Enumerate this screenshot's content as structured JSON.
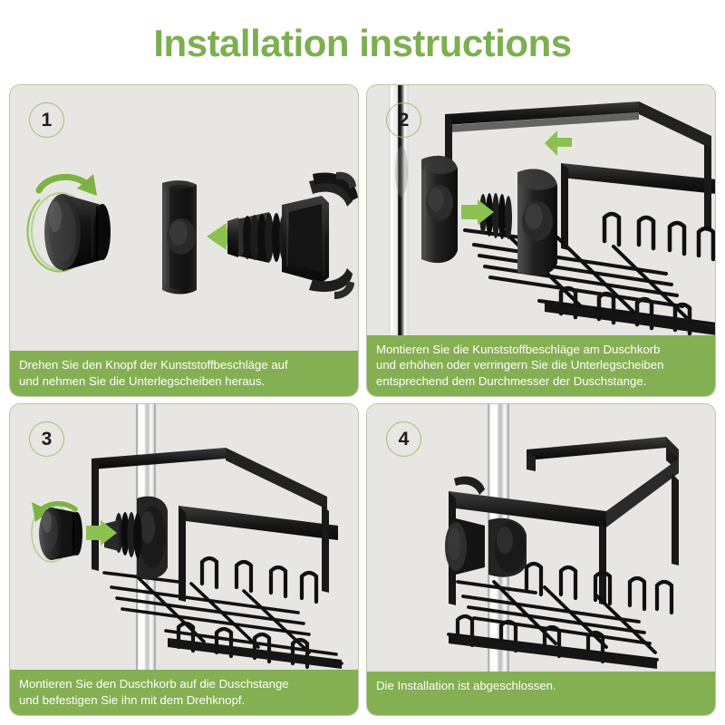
{
  "header": {
    "title": "Installation instructions"
  },
  "colors": {
    "title_green": "#7CAF50",
    "caption_green": "#84AF53",
    "badge_border_green": "#A3BE72",
    "arrow_green": "#8CC152",
    "panel_bg": "#E7E6E2",
    "panel_border": "#B9C7A4",
    "page_bg": "#FFFFFF",
    "hardware_black": "#1A1A1A"
  },
  "steps": [
    {
      "number": "1",
      "caption_lines": [
        "Drehen Sie den Knopf der Kunststoffbeschläge auf",
        "und nehmen Sie die Unterlegscheiben heraus."
      ],
      "illustration": "knob-washer-bracket-exploded"
    },
    {
      "number": "2",
      "caption_lines": [
        "Montieren Sie die Kunststoffbeschläge am Duschkorb",
        "und erhöhen oder verringern Sie die Unterlegscheiben",
        "entsprechend dem Durchmesser der Duschstange."
      ],
      "illustration": "basket-with-plastic-fittings-and-pole"
    },
    {
      "number": "3",
      "caption_lines": [
        "Montieren Sie den Duschkorb auf die Duschstange",
        "und befestigen Sie ihn mit dem Drehknopf."
      ],
      "illustration": "basket-mounted-on-pole-with-knob"
    },
    {
      "number": "4",
      "caption_lines": [
        "Die Installation ist abgeschlossen."
      ],
      "illustration": "installation-complete"
    }
  ]
}
